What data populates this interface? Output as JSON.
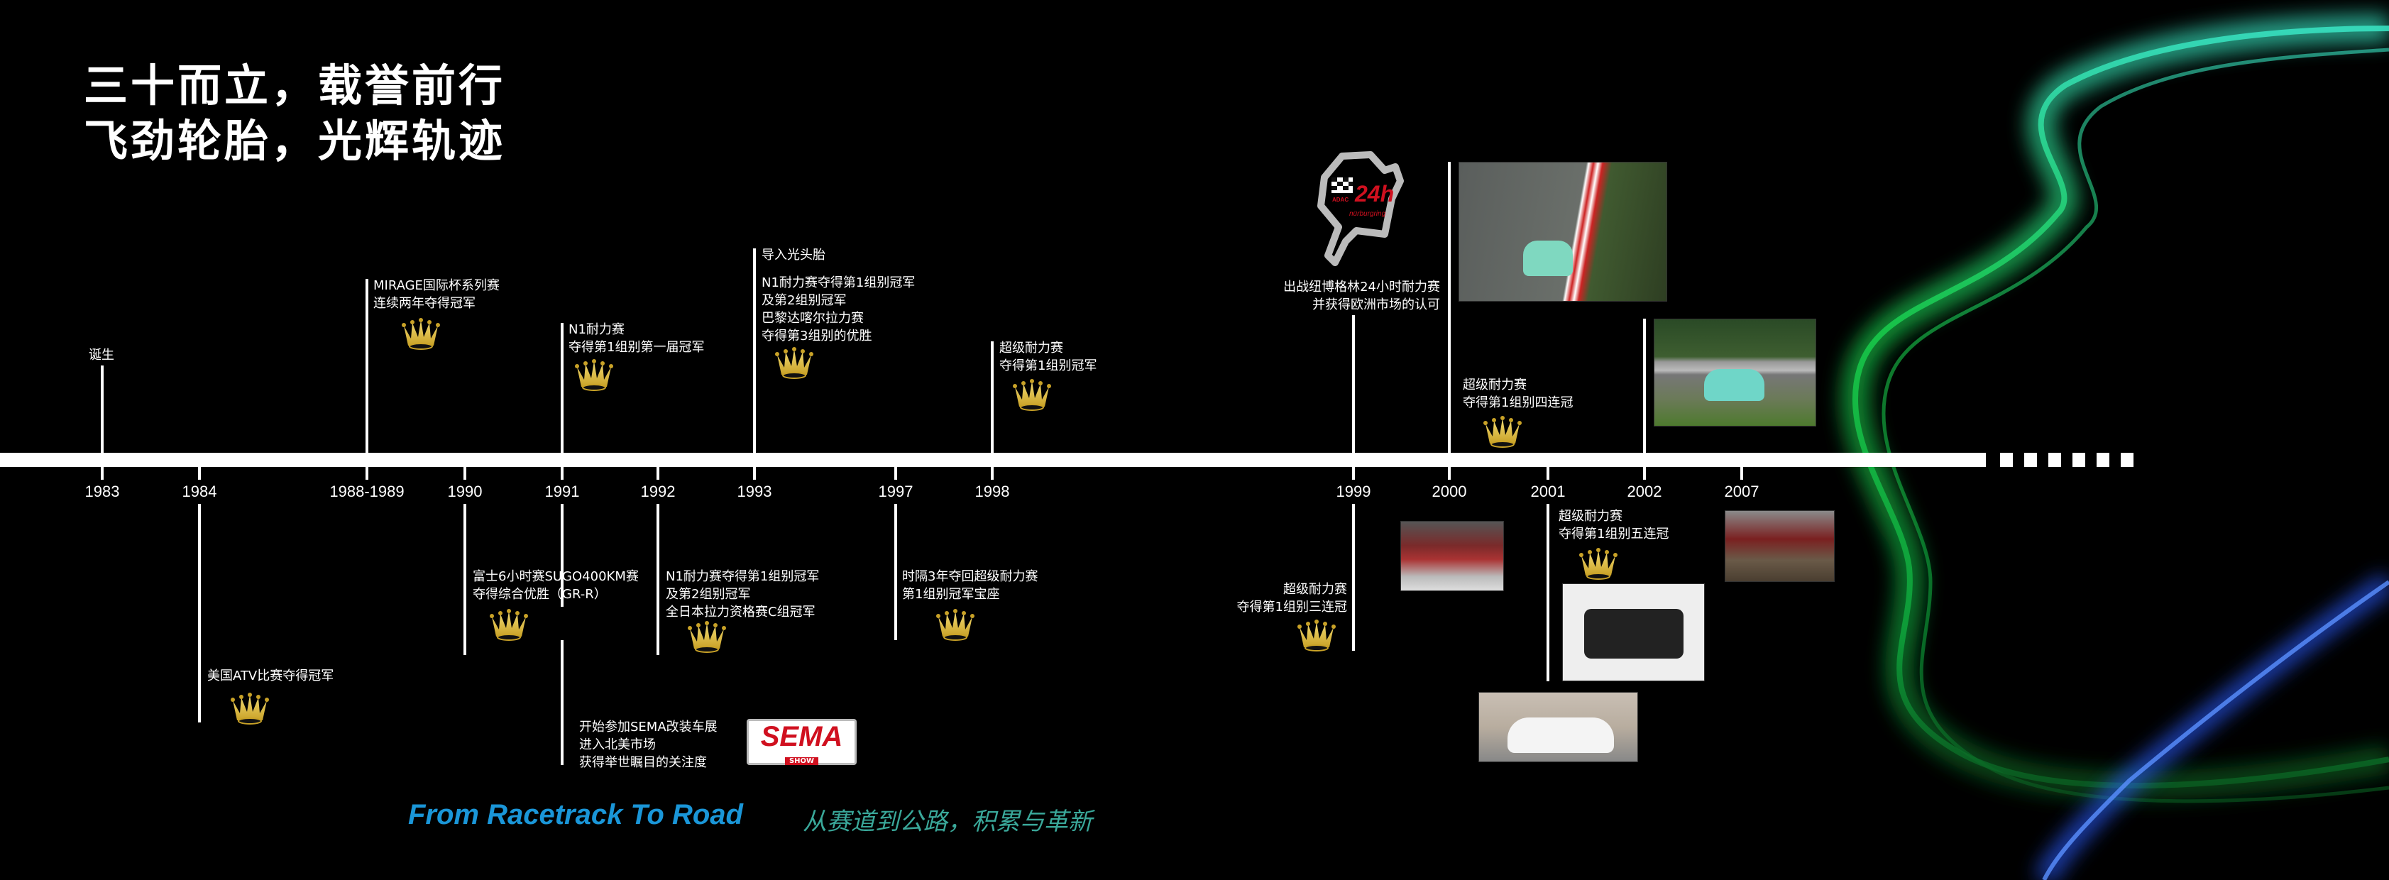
{
  "title": {
    "line1": "三十而立，载誉前行",
    "line2": "飞劲轮胎，光辉轨迹"
  },
  "years": [
    "1983",
    "1984",
    "1988-1989",
    "1990",
    "1991",
    "1992",
    "1993",
    "1997",
    "1998",
    "1999",
    "2000",
    "2001",
    "2002",
    "2007"
  ],
  "events_above": {
    "e1983": [
      "诞生"
    ],
    "e1988": [
      "MIRAGE国际杯系列赛",
      "连续两年夺得冠军"
    ],
    "e1991": [
      "N1耐力赛",
      "夺得第1组别第一届冠军"
    ],
    "e1993a": [
      "导入光头胎"
    ],
    "e1993b": [
      "N1耐力赛夺得第1组别冠军",
      "及第2组别冠军",
      "巴黎达喀尔拉力赛",
      "夺得第3组别的优胜"
    ],
    "e1998": [
      "超级耐力赛",
      "夺得第1组别冠军"
    ],
    "e1999": [
      "出战纽博格林24小时耐力赛",
      "并获得欧洲市场的认可"
    ],
    "e2000": [
      "超级耐力赛",
      "夺得第1组别四连冠"
    ]
  },
  "events_below": {
    "e1984": [
      "美国ATV比赛夺得冠军"
    ],
    "e1990": [
      "富士6小时赛SUGO400KM赛",
      "夺得综合优胜（GR-R）"
    ],
    "e1991": [
      "开始参加SEMA改装车展",
      "进入北美市场",
      "获得举世瞩目的关注度"
    ],
    "e1992": [
      "N1耐力赛夺得第1组别冠军",
      "及第2组别冠军",
      "全日本拉力资格赛C组冠军"
    ],
    "e1997": [
      "时隔3年夺回超级耐力赛",
      "第1组别冠军宝座"
    ],
    "e1999": [
      "超级耐力赛",
      "夺得第1组别三连冠"
    ],
    "e2001": [
      "超级耐力赛",
      "夺得第1组别五连冠"
    ]
  },
  "logos": {
    "sema": "SEMA",
    "sema_sub": "SHOW",
    "nurburgring": "24h nürburgring",
    "adac": "ADAC"
  },
  "tagline": {
    "en": "From Racetrack To Road",
    "cn": "从赛道到公路，积累与革新"
  },
  "colors": {
    "crown": "#c9a227",
    "tagline_en": "#1a96d8",
    "tagline_cn": "#3aa89a",
    "swirl": "#1fd35a",
    "swirl2": "#2a5cff"
  }
}
